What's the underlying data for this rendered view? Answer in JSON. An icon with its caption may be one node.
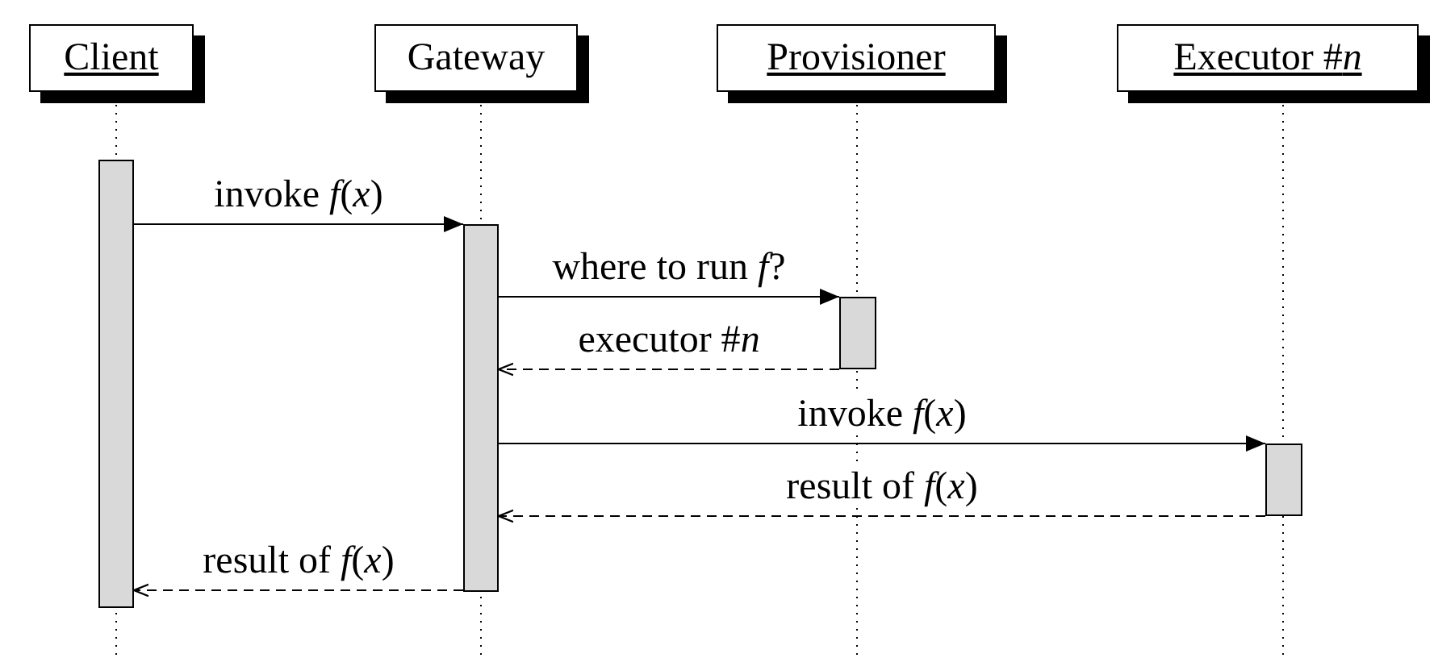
{
  "diagram": {
    "nodes": [
      {
        "text": [
          "Client"
        ]
      },
      {
        "text": [
          "Gateway"
        ]
      },
      {
        "text": [
          "Provisioner"
        ]
      },
      {
        "text": [
          "Executor #*n*"
        ]
      },
      {
        "text": [],
        "shape": "bar"
      },
      {
        "text": [],
        "shape": "bar"
      },
      {
        "text": [],
        "shape": "bar"
      },
      {
        "text": [],
        "shape": "bar"
      }
    ],
    "edges": [
      {
        "from": 4,
        "to": 5,
        "arrow": "to",
        "label": "invoke *f*(*x*)"
      },
      {
        "from": 5,
        "to": 6,
        "arrow": "to",
        "label": "where to run *f*?"
      },
      {
        "from": 6,
        "to": 5,
        "arrow": "to",
        "label": "executor #*n*",
        "style": "dashed"
      },
      {
        "from": 5,
        "to": 7,
        "arrow": "to",
        "label": "invoke *f*(*x*)"
      },
      {
        "from": 7,
        "to": 5,
        "arrow": "to",
        "label": "result of *f*(*x*)",
        "style": "dashed"
      },
      {
        "from": 5,
        "to": 4,
        "arrow": "to",
        "label": "result of *f*(*x*)",
        "style": "dashed"
      }
    ]
  }
}
